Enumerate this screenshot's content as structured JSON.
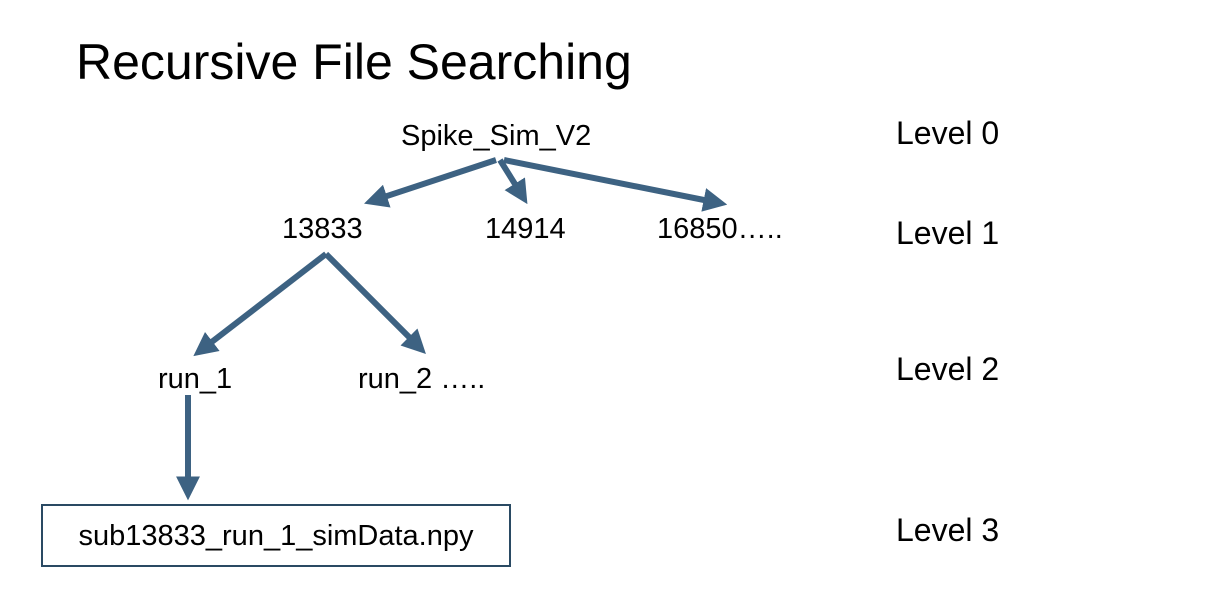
{
  "title": "Recursive File Searching",
  "tree": {
    "root": "Spike_Sim_V2",
    "level1": [
      "13833",
      "14914",
      "16850….."
    ],
    "level2": [
      "run_1",
      "run_2 ….."
    ],
    "level3_file": "sub13833_run_1_simData.npy"
  },
  "levels": [
    "Level 0",
    "Level 1",
    "Level 2",
    "Level 3"
  ],
  "colors": {
    "arrow": "#3d6282",
    "text": "#000000",
    "box_border": "#2a4a63"
  }
}
